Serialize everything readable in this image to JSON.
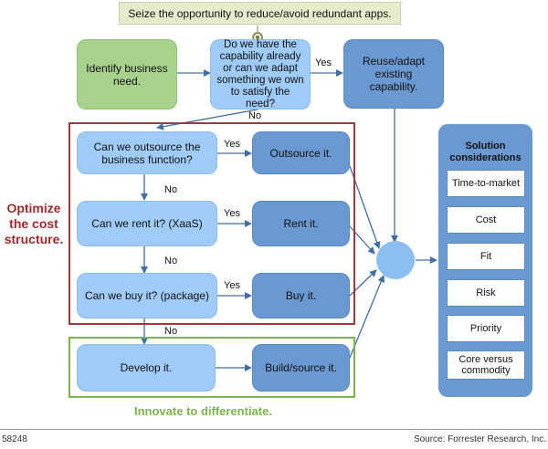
{
  "banner": {
    "text": "Seize the opportunity to reduce/avoid redundant apps."
  },
  "top_row": {
    "identify": "Identify business need.",
    "capability_question": "Do we have the capability already or can we adapt something we own to satisfy the need?",
    "reuse": "Reuse/adapt existing capability."
  },
  "optimize": {
    "side_label": "Optimize the cost structure.",
    "outsource_question": "Can we outsource the business function?",
    "outsource_action": "Outsource it.",
    "rent_question": "Can we rent it? (XaaS)",
    "rent_action": "Rent it.",
    "buy_question": "Can we buy it? (package)",
    "buy_action": "Buy it."
  },
  "innovate": {
    "side_label": "Innovate to differentiate.",
    "develop": "Develop it.",
    "build": "Build/source it."
  },
  "labels": {
    "yes": "Yes",
    "no": "No"
  },
  "solution": {
    "title": "Solution considerations",
    "items": [
      "Time-to-market",
      "Cost",
      "Fit",
      "Risk",
      "Priority",
      "Core versus commodity"
    ]
  },
  "footer": {
    "id": "58248",
    "source": "Source: Forrester Research, Inc."
  },
  "colors": {
    "light_box": "#9ecbf7",
    "dark_box": "#6a98d0",
    "green_box": "#a8d18d",
    "red_frame": "#9b3a3a",
    "green_frame": "#7ab648",
    "arrow": "#3f6ea8"
  }
}
